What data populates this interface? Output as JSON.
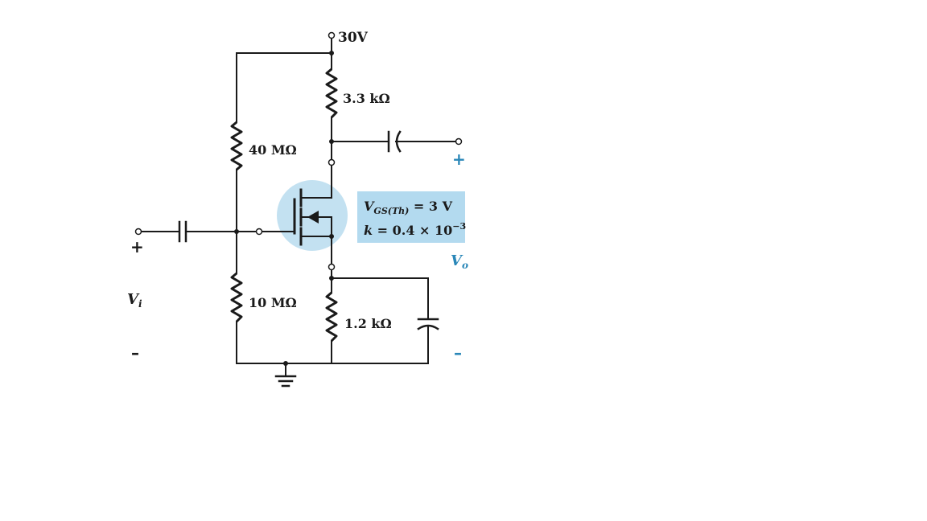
{
  "supply": {
    "label": "30V"
  },
  "components": {
    "rd": {
      "label": "3.3 kΩ"
    },
    "r1": {
      "label": "40 MΩ"
    },
    "r2": {
      "label": "10 MΩ"
    },
    "rs": {
      "label": "1.2 kΩ"
    }
  },
  "mosfet": {
    "vgs_symbol": "V",
    "vgs_subscript": "GS(Th)",
    "vgs_value": " = 3 V",
    "k_symbol": "k",
    "k_value": " = 0.4 × 10",
    "k_exponent": "−3"
  },
  "input": {
    "symbol": "V",
    "subscript": "i",
    "plus": "+",
    "minus": "–"
  },
  "output": {
    "symbol": "V",
    "subscript": "o",
    "plus": "+",
    "minus": "–"
  },
  "colors": {
    "wire": "#1a1a1a",
    "highlight_circle": "#b9dcee",
    "highlight_box": "#b3daef",
    "output_label": "#2a87b8"
  }
}
